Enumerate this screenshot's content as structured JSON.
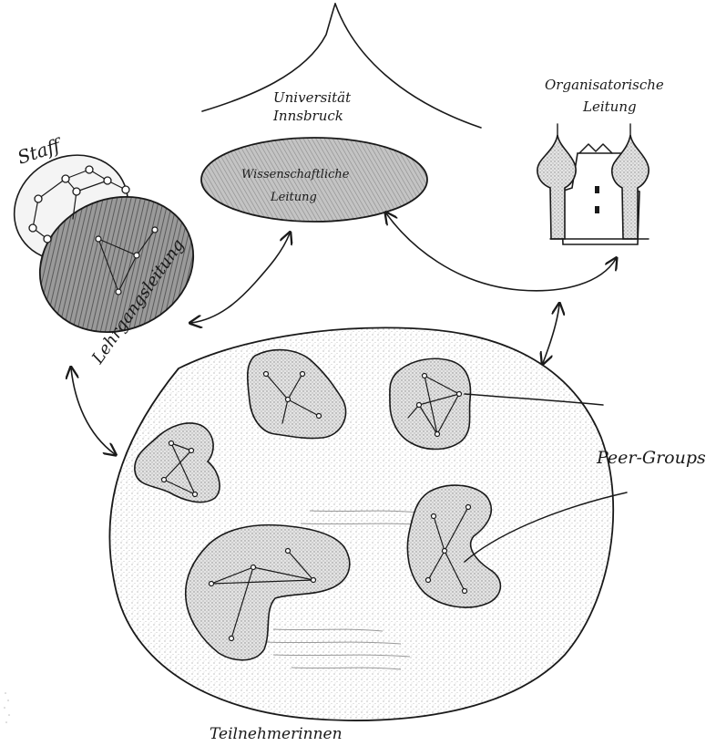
{
  "labels": {
    "university": "Universität Innsbruck",
    "university_line1": "Universität",
    "university_line2": "Innsbruck",
    "scientific_line1": "Wissenschaftliche",
    "scientific_line2": "Leitung",
    "organisational_line1": "Organisatorische",
    "organisational_line2": "Leitung",
    "staff": "Staff",
    "course_management": "Lehrgangsleitung",
    "peer_groups": "Peer-Groups",
    "participants": "Teilnehmerinnen"
  },
  "colors": {
    "ink": "#1a1a1a",
    "dark_shading": "#8a8a8a",
    "light_stipple": "#cfcfcf",
    "paper": "#ffffff"
  },
  "icons": {
    "castle": "castle-icon"
  }
}
